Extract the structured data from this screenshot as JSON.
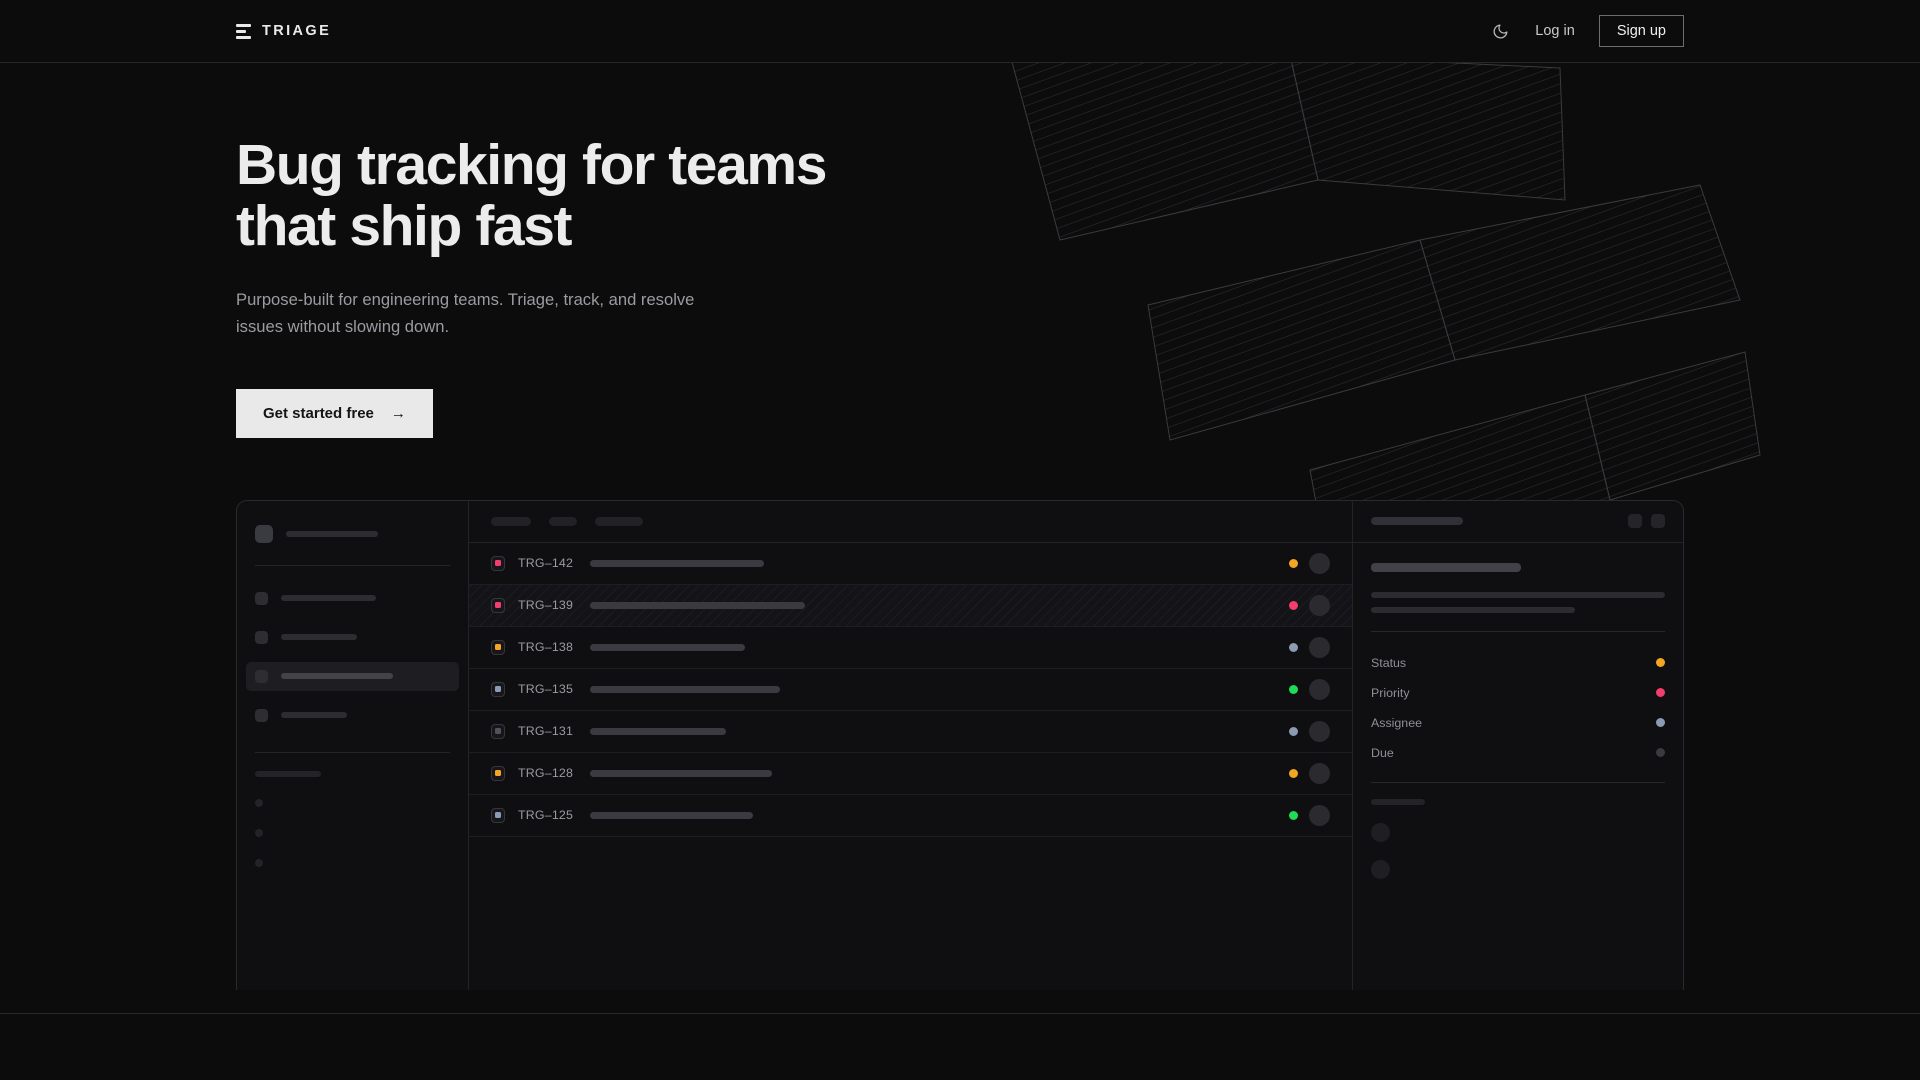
{
  "header": {
    "brand": "TRIAGE",
    "brand_icon": "stacked-bars-logo-icon",
    "theme_toggle_icon": "moon-icon",
    "login_label": "Log in",
    "signup_label": "Sign up"
  },
  "hero": {
    "headline_line1": "Bug tracking for teams",
    "headline_line2": "that ship fast",
    "subheadline": "Purpose-built for engineering teams. Triage, track, and resolve issues without slowing down.",
    "cta_label": "Get started free",
    "cta_arrow": "→"
  },
  "colors": {
    "page_bg": "#0c0c0d",
    "panel_bg": "#0f0f11",
    "border": "#2a2a2e",
    "text_primary": "#ececed",
    "text_muted": "#9b9ba1",
    "cta_bg": "#e9e9ea",
    "status_amber": "#f5a524",
    "status_pink": "#f23d6d",
    "status_blue": "#8b9bb4",
    "status_green": "#1fdb55",
    "status_grey": "#3a3a40"
  },
  "mockup": {
    "sidebar": {
      "workspace_label_width": 92,
      "nav_items": [
        {
          "label_width": 95,
          "active": false
        },
        {
          "label_width": 76,
          "active": false
        },
        {
          "label_width": 112,
          "active": true
        },
        {
          "label_width": 66,
          "active": false
        }
      ],
      "section_label_width": 66,
      "mini_items": 3
    },
    "list": {
      "toolbar_chips": [
        40,
        28,
        48
      ],
      "rows": [
        {
          "id": "TRG–142",
          "priority_color": "#f23d6d",
          "title_width": 174,
          "status_color": "#f5a524",
          "hatched": false
        },
        {
          "id": "TRG–139",
          "priority_color": "#f23d6d",
          "title_width": 215,
          "status_color": "#f23d6d",
          "hatched": true
        },
        {
          "id": "TRG–138",
          "priority_color": "#f5a524",
          "title_width": 155,
          "status_color": "#8b9bb4",
          "hatched": false
        },
        {
          "id": "TRG–135",
          "priority_color": "#8b9bb4",
          "title_width": 190,
          "status_color": "#1fdb55",
          "hatched": false
        },
        {
          "id": "TRG–131",
          "priority_color": "#52525a",
          "title_width": 136,
          "status_color": "#8b9bb4",
          "hatched": false
        },
        {
          "id": "TRG–128",
          "priority_color": "#f5a524",
          "title_width": 182,
          "status_color": "#f5a524",
          "hatched": false
        },
        {
          "id": "TRG–125",
          "priority_color": "#8b9bb4",
          "title_width": 163,
          "status_color": "#1fdb55",
          "hatched": false
        }
      ]
    },
    "detail": {
      "header_skeleton_width": 92,
      "icon_buttons": 2,
      "title_skeleton_width": 150,
      "body_lines": [
        294,
        204
      ],
      "meta": [
        {
          "label": "Status",
          "dot_color": "#f5a524"
        },
        {
          "label": "Priority",
          "dot_color": "#f23d6d"
        },
        {
          "label": "Assignee",
          "dot_color": "#8b9bb4"
        },
        {
          "label": "Due",
          "dot_color": "#3a3a40"
        }
      ],
      "activity_label_width": 54,
      "activity_avatars": 2
    }
  }
}
